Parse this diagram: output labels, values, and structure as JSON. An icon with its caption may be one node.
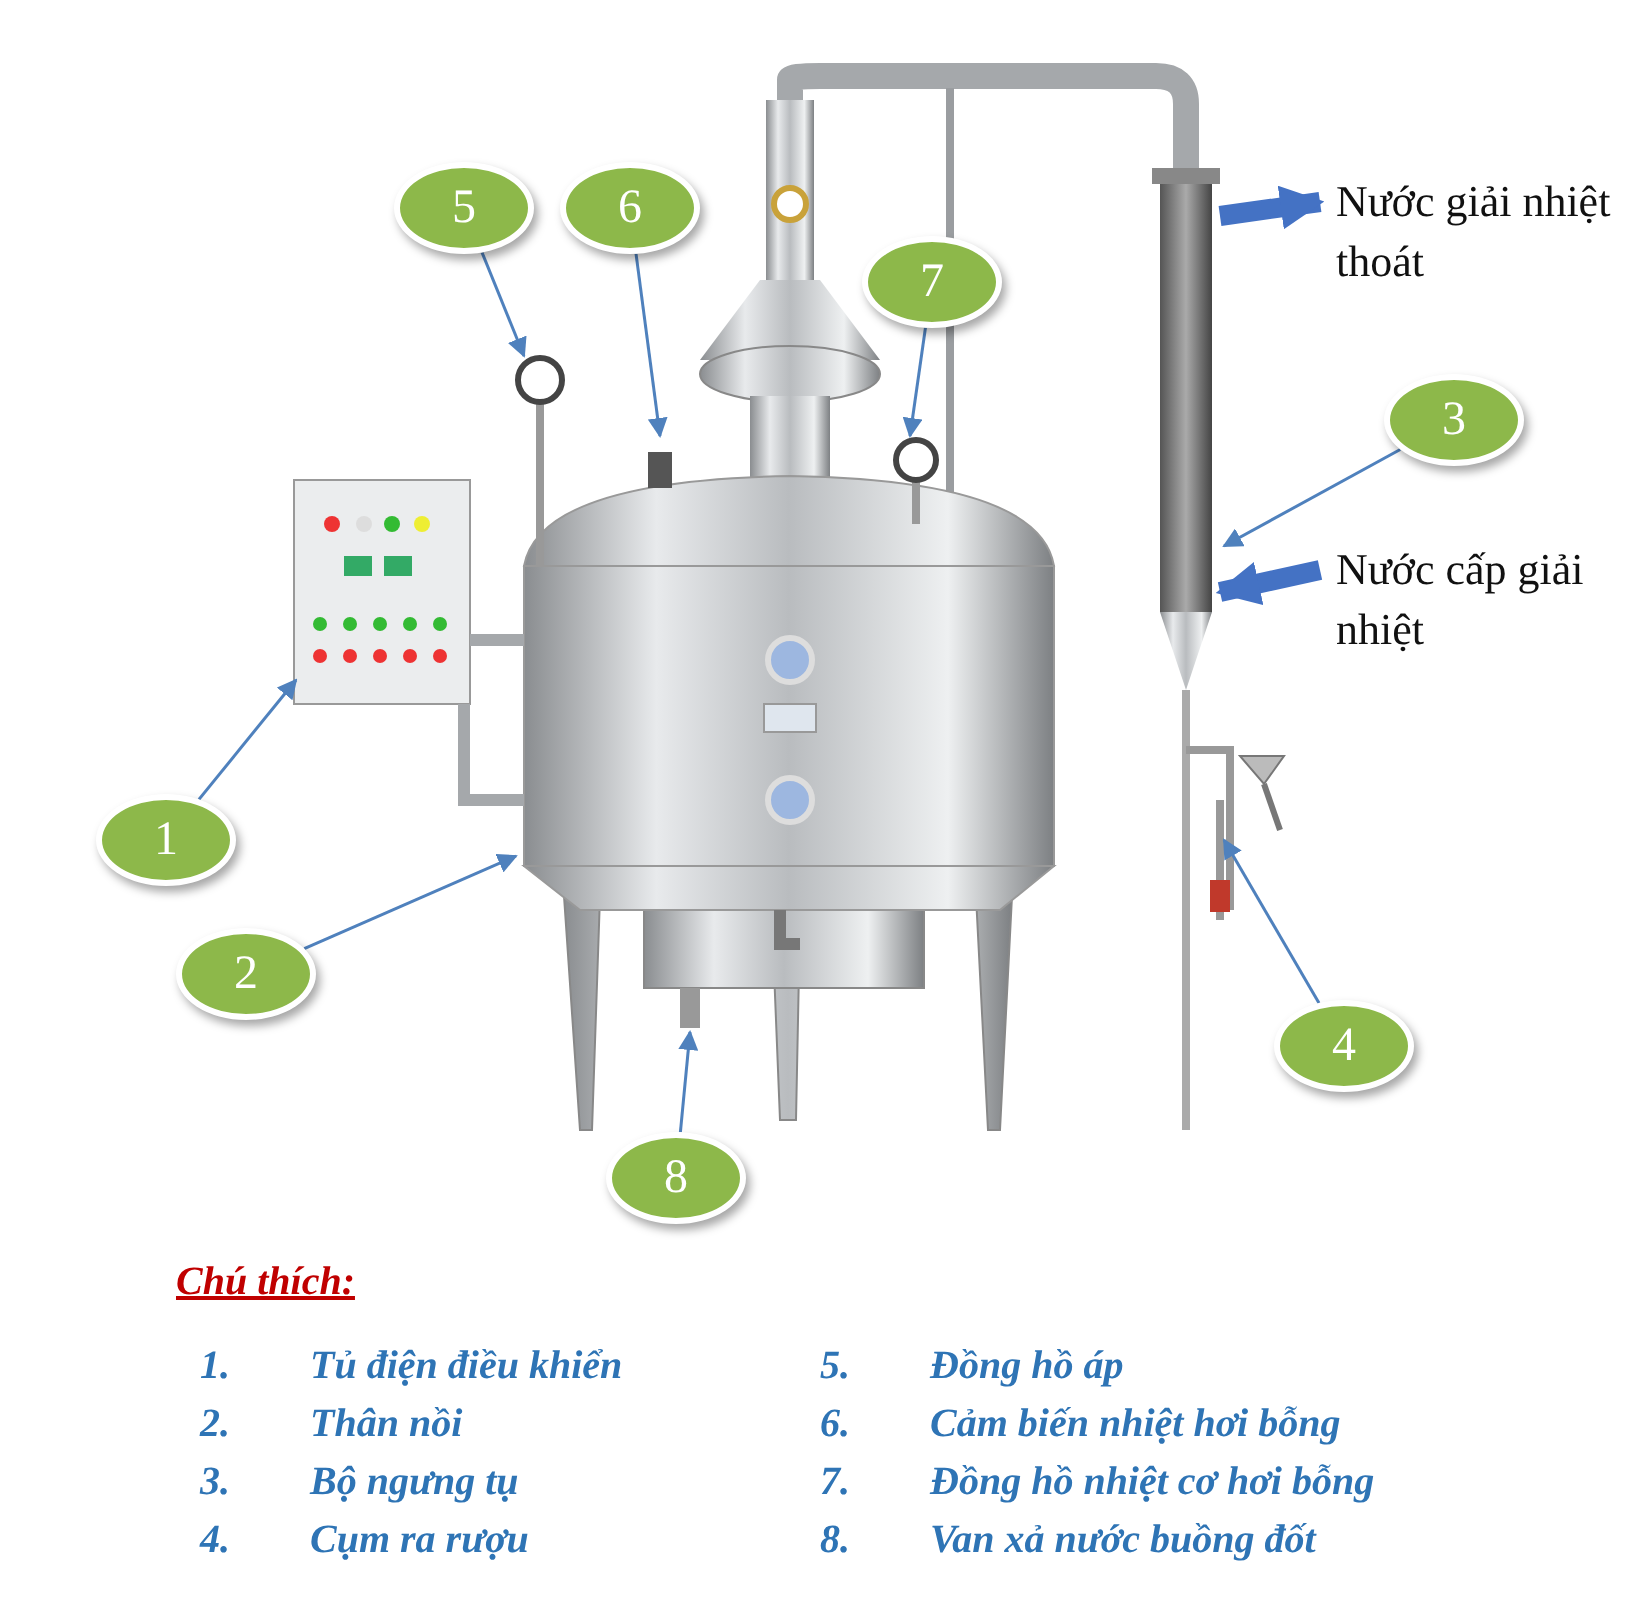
{
  "diagram": {
    "nodes": [
      {
        "text": [
          "1"
        ]
      },
      {
        "text": [
          "2"
        ]
      },
      {
        "text": [
          "3"
        ]
      },
      {
        "text": [
          "4"
        ]
      },
      {
        "text": [
          "5"
        ]
      },
      {
        "text": [
          "6"
        ]
      },
      {
        "text": [
          "7"
        ]
      },
      {
        "text": [
          "8"
        ]
      },
      {
        "text": [
          "Nước giải nhiệt thoát"
        ]
      },
      {
        "text": [
          "Nước cấp giải nhiệt"
        ]
      }
    ],
    "edges": [
      {
        "from": 0,
        "to": null,
        "arrow": "to"
      },
      {
        "from": 1,
        "to": null,
        "arrow": "to"
      },
      {
        "from": 2,
        "to": null,
        "arrow": "to"
      },
      {
        "from": 3,
        "to": null,
        "arrow": "to"
      },
      {
        "from": 4,
        "to": null,
        "arrow": "to"
      },
      {
        "from": 5,
        "to": null,
        "arrow": "to"
      },
      {
        "from": 6,
        "to": null,
        "arrow": "to"
      },
      {
        "from": 7,
        "to": null,
        "arrow": "to"
      },
      {
        "from": null,
        "to": 8,
        "arrow": "to",
        "style": "thick",
        "color": "#4472c4"
      },
      {
        "from": 9,
        "to": null,
        "arrow": "to",
        "style": "thick",
        "color": "#4472c4"
      }
    ],
    "labels": [
      "Chú thích:",
      "1.",
      "Tủ điện điều khiển",
      "5.",
      "Đồng hồ áp",
      "2.",
      "Thân nồi",
      "6.",
      "Cảm biến nhiệt hơi bỗng",
      "3.",
      "Bộ ngưng tụ",
      "7.",
      "Đồng hồ nhiệt cơ hơi bỗng",
      "4.",
      "Cụm ra rượu",
      "8.",
      "Van xả nước buồng đốt"
    ]
  }
}
